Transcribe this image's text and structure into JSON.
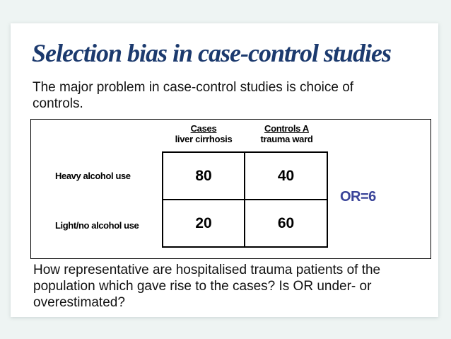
{
  "slide": {
    "title": "Selection bias in case-control studies",
    "intro_lines": {
      "0": "The major problem in case-control studies is choice of",
      "1": "controls."
    },
    "table": {
      "col_headers": [
        {
          "title": "Cases",
          "subtitle": "liver cirrhosis"
        },
        {
          "title": "Controls A",
          "subtitle": "trauma ward"
        }
      ],
      "rows": [
        {
          "label": "Heavy alcohol use",
          "values": [
            "80",
            "40"
          ]
        },
        {
          "label": "Light/no alcohol use",
          "values": [
            "20",
            "60"
          ]
        }
      ],
      "annotation": "OR=6"
    },
    "footer_lines": {
      "0": "How representative are hospitalised trauma patients of the",
      "1": "population which gave rise to the cases? Is OR under- or",
      "2": "overestimated?"
    }
  },
  "colors": {
    "page_background": "#eef4f3",
    "slide_background": "#ffffff",
    "title_navy": "#1c3a6e",
    "annotation_indigo": "#3a4499",
    "body_text": "#111111",
    "table_border": "#000000"
  }
}
